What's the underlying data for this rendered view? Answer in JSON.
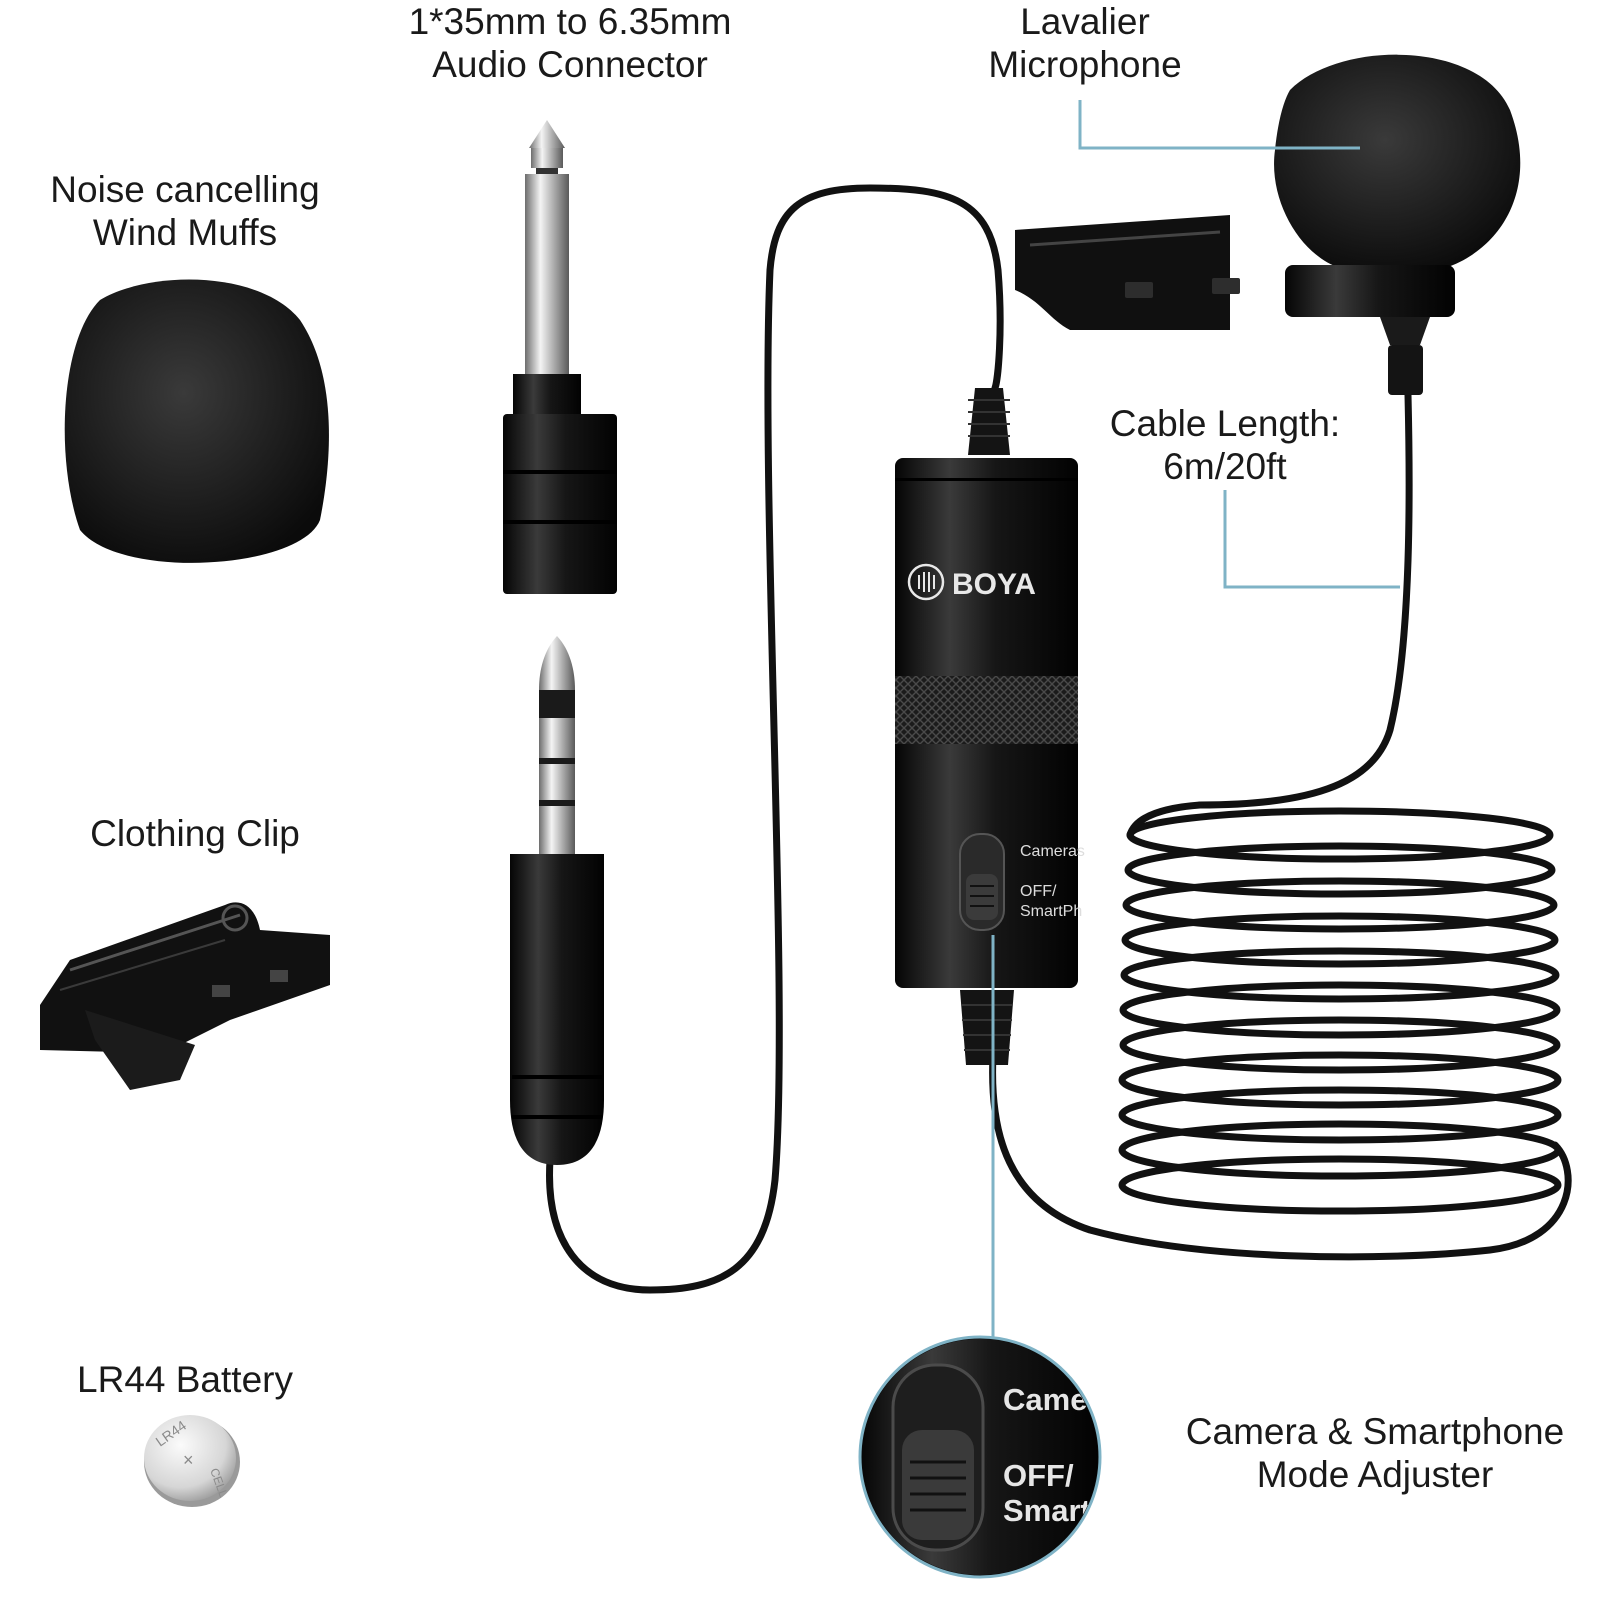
{
  "labels": {
    "wind_muffs": {
      "line1": "Noise cancelling",
      "line2": "Wind Muffs"
    },
    "audio_connector": {
      "line1": "1*35mm to 6.35mm",
      "line2": "Audio Connector"
    },
    "lavalier": {
      "line1": "Lavalier",
      "line2": "Microphone"
    },
    "cable_length": {
      "line1": "Cable Length:",
      "line2": "6m/20ft"
    },
    "clothing_clip": {
      "line1": "Clothing Clip"
    },
    "battery": {
      "line1": "LR44 Battery"
    },
    "mode_adjuster": {
      "line1": "Camera & Smartphone",
      "line2": "Mode Adjuster"
    }
  },
  "device": {
    "brand": "BOYA",
    "switch_top": "Cameras",
    "switch_bottom_1": "OFF/",
    "switch_bottom_2": "SmartPh",
    "zoom_top": "Cameras",
    "zoom_bottom_1": "OFF/",
    "zoom_bottom_2": "SmartPh"
  },
  "battery_print": {
    "model": "LR44",
    "cell": "CELL",
    "mark": "×"
  },
  "colors": {
    "callout_line": "#7fb3c6",
    "product_black": "#111111",
    "text": "#1a1a1a",
    "background": "#ffffff"
  }
}
